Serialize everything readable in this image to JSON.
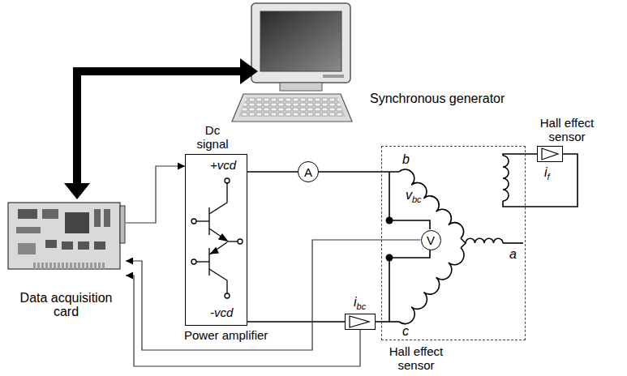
{
  "diagram": {
    "nodes": [
      {
        "text": [
          "Data acquisition card"
        ]
      },
      {
        "text": [
          "+vcd",
          "-vcd",
          "Power amplifier"
        ]
      },
      {
        "text": [
          "A"
        ]
      },
      {
        "text": [
          "Synchronous generator"
        ]
      },
      {
        "text": [
          "V"
        ],
        "in": 3
      },
      {
        "text": [
          "Hall effect sensor"
        ]
      },
      {
        "text": [
          "Hall effect sensor"
        ]
      }
    ],
    "edges": [
      {
        "from": 0,
        "to": 1,
        "arrow": "to",
        "label": "Dc signal"
      },
      {
        "from": 1,
        "to": 2,
        "arrow": "none"
      },
      {
        "from": 4,
        "to": 0,
        "arrow": "to"
      },
      {
        "from": 6,
        "to": 0,
        "arrow": "to"
      }
    ],
    "labels": [
      "if",
      "b",
      "a",
      "c",
      "vbc",
      "ibc"
    ]
  }
}
